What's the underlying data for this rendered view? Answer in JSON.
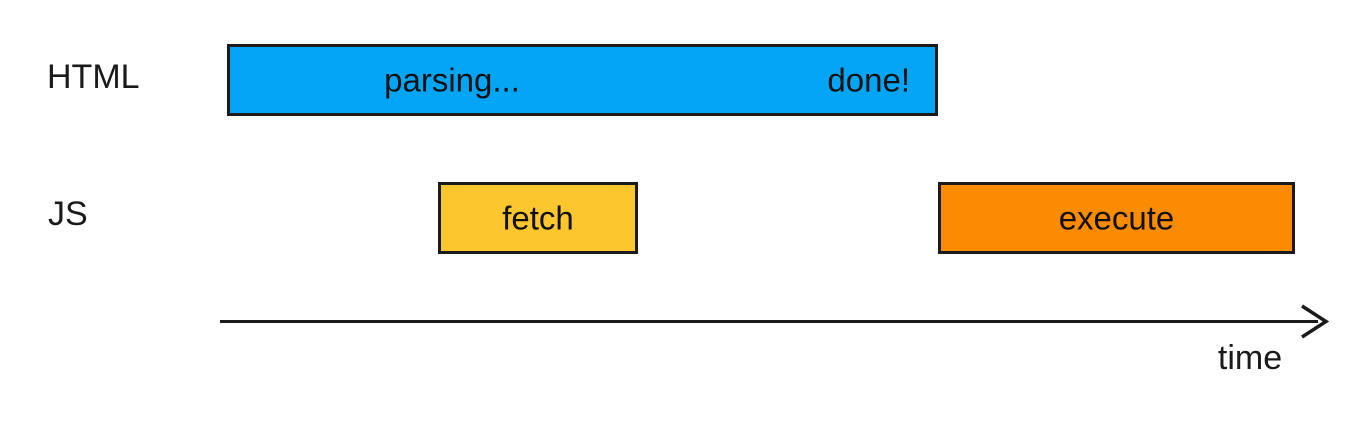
{
  "diagram": {
    "background": "#FFFFFF",
    "ink_color": "#1B1B1B",
    "rows": [
      {
        "id": "html",
        "label": "HTML"
      },
      {
        "id": "js",
        "label": "JS"
      }
    ],
    "bars": {
      "parsing": {
        "row": "HTML",
        "label_left": "parsing...",
        "label_right": "done!",
        "fill": "#04A5F4"
      },
      "fetch": {
        "row": "JS",
        "label": "fetch",
        "fill": "#FCC62F"
      },
      "execute": {
        "row": "JS",
        "label": "execute",
        "fill": "#FB8B00"
      }
    },
    "axis": {
      "label": "time"
    }
  }
}
